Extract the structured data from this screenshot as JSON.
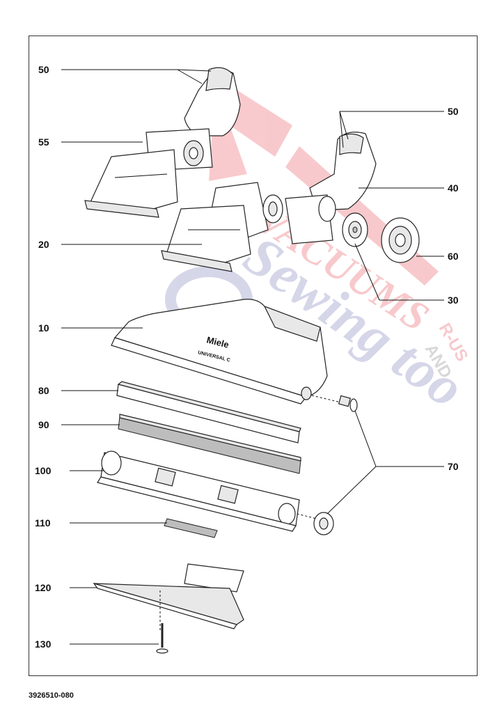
{
  "labels": {
    "l50a": "50",
    "l55": "55",
    "l20": "20",
    "l10": "10",
    "l80": "80",
    "l90": "90",
    "l100": "100",
    "l110": "110",
    "l120": "120",
    "l130": "130",
    "l50b": "50",
    "l40": "40",
    "l60": "60",
    "l30": "30",
    "l70": "70"
  },
  "housing_brand": "Miele",
  "housing_model": "UNIVERSAL C",
  "watermark": {
    "line1": "VACUUMS",
    "line2": "R-US",
    "line3": "AND",
    "line4": "Sewing too",
    "color_red": "#e8424a",
    "color_blue": "#6a6fb0"
  },
  "doc_number": "3926510-080"
}
